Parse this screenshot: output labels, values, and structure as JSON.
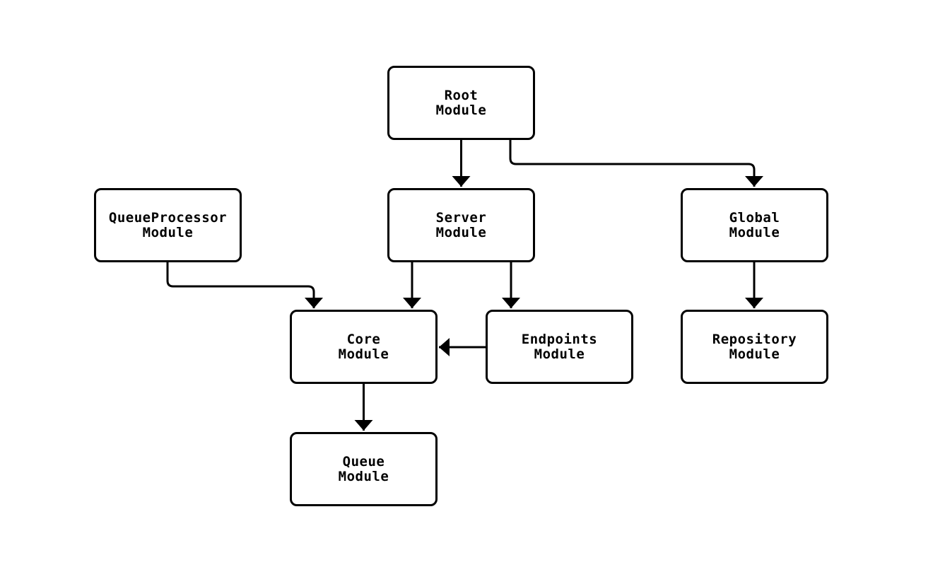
{
  "diagram": {
    "type": "module-dependency-flowchart",
    "colors": {
      "background": "#ffffff",
      "node_fill": "#ffffff",
      "node_border": "#000000",
      "edge_stroke": "#000000",
      "arrowhead_fill": "#000000",
      "text": "#000000"
    },
    "nodes": {
      "root": {
        "label": "Root\nModule"
      },
      "queue_processor": {
        "label": "QueueProcessor\nModule"
      },
      "server": {
        "label": "Server\nModule"
      },
      "global": {
        "label": "Global\nModule"
      },
      "core": {
        "label": "Core\nModule"
      },
      "endpoints": {
        "label": "Endpoints\nModule"
      },
      "repository": {
        "label": "Repository\nModule"
      },
      "queue": {
        "label": "Queue\nModule"
      }
    },
    "edges": [
      {
        "from": "Root Module",
        "to": "Server Module"
      },
      {
        "from": "Root Module",
        "to": "Global Module"
      },
      {
        "from": "QueueProcessor Module",
        "to": "Core Module"
      },
      {
        "from": "Server Module",
        "to": "Core Module"
      },
      {
        "from": "Server Module",
        "to": "Endpoints Module"
      },
      {
        "from": "Endpoints Module",
        "to": "Core Module"
      },
      {
        "from": "Global Module",
        "to": "Repository Module"
      },
      {
        "from": "Core Module",
        "to": "Queue Module"
      }
    ]
  }
}
